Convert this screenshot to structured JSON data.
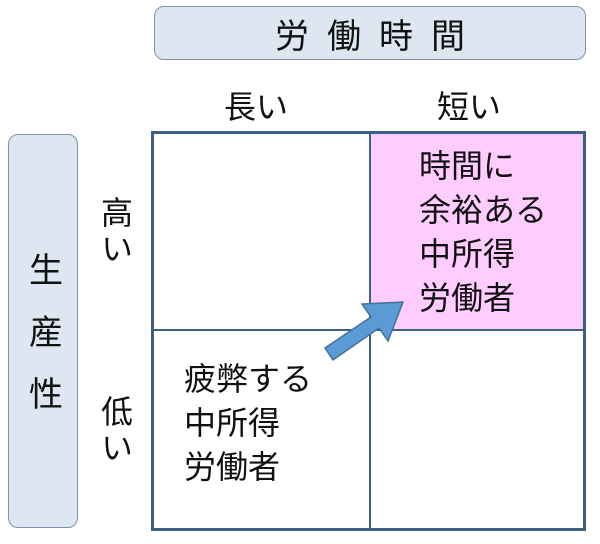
{
  "header": {
    "title": "労働時間"
  },
  "side": {
    "title": "生産性"
  },
  "columns": {
    "long": "長い",
    "short": "短い"
  },
  "rows": {
    "high": "高い",
    "low": "低い"
  },
  "cells": {
    "high_short": "時間に\n余裕ある\n中所得\n労働者",
    "low_long": "疲弊する\n中所得\n労働者"
  },
  "colors": {
    "highlight": "#ffccff",
    "grid_border": "#3c5f86",
    "arrow": "#5b9bd5",
    "label_box": "#dde6f1"
  }
}
